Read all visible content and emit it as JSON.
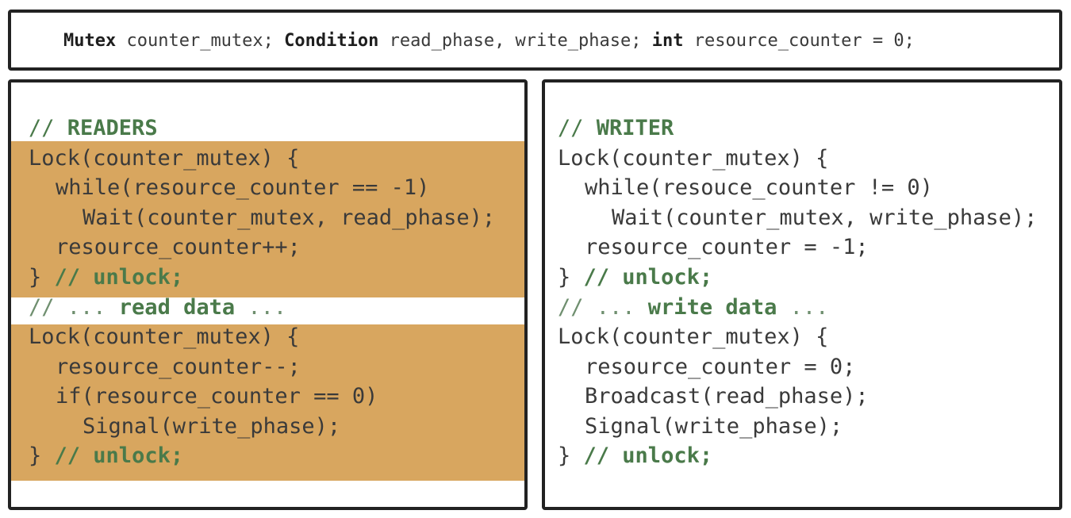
{
  "header": {
    "kw_mutex": "Mutex",
    "t_mutex": " counter_mutex; ",
    "kw_condition": "Condition",
    "t_condition": " read_phase, write_phase; ",
    "kw_int": "int",
    "t_int": " resource_counter = 0;"
  },
  "readers": {
    "comment_slash": "// ",
    "comment_title": "READERS",
    "lines": [
      "Lock(counter_mutex) {",
      "while(resource_counter == -1)",
      "Wait(counter_mutex, read_phase);",
      "resource_counter++;",
      "}"
    ],
    "unlock_1": "// unlock;",
    "mid_prefix": "// ... ",
    "mid_text": "read data",
    "mid_suffix": " ...",
    "lines2": [
      "Lock(counter_mutex) {",
      "resource_counter--;",
      "if(resource_counter == 0)",
      "Signal(write_phase);",
      "}"
    ],
    "unlock_2": "// unlock;"
  },
  "writer": {
    "comment_slash": "// ",
    "comment_title": "WRITER",
    "lines": [
      "Lock(counter_mutex) {",
      "while(resouce_counter != 0)",
      "Wait(counter_mutex, write_phase);",
      "resource_counter = -1;",
      "}"
    ],
    "unlock_1": "// unlock;",
    "mid_prefix": "// ... ",
    "mid_text": "write data",
    "mid_suffix": " ...",
    "lines2": [
      "Lock(counter_mutex) {",
      "resource_counter = 0;",
      "Broadcast(read_phase);",
      "Signal(write_phase);",
      "}"
    ],
    "unlock_2": "// unlock;"
  },
  "colors": {
    "highlight": "#d8a65f",
    "comment": "#4a7a4a",
    "border": "#222222"
  }
}
